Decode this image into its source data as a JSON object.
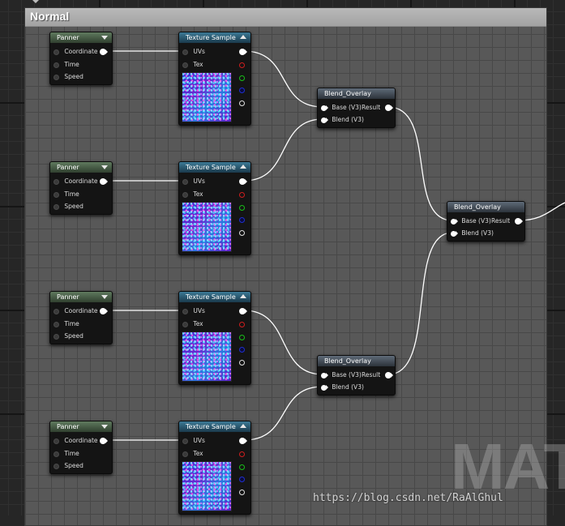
{
  "comment_box": {
    "title": "Normal"
  },
  "panner_node": {
    "title": "Panner",
    "pins": [
      "Coordinate",
      "Time",
      "Speed"
    ]
  },
  "texture_node": {
    "title": "Texture Sample",
    "inputs": [
      "UVs",
      "Tex"
    ]
  },
  "blend_node": {
    "title": "Blend_Overlay",
    "inputs": [
      "Base (V3)",
      "Blend (V3)"
    ],
    "output": "Result"
  },
  "watermark": {
    "logo_text": "MAT",
    "url": "https://blog.csdn.net/RaAlGhul"
  },
  "colors": {
    "canvas_bg": "#262626",
    "comment_bg": "#585858",
    "comment_header": "#aeaeae",
    "panner_header": "#4a6349",
    "texture_header": "#2d5c73",
    "blend_header": "#454e58",
    "wire": "#ffffff",
    "pin_red": "#d01e1e",
    "pin_green": "#18c018",
    "pin_blue": "#1f2fd0"
  },
  "icons": {
    "collapse_down": "chevron-down-icon",
    "collapse_up": "chevron-up-icon",
    "exec_pin": "white-data-pin-icon"
  }
}
